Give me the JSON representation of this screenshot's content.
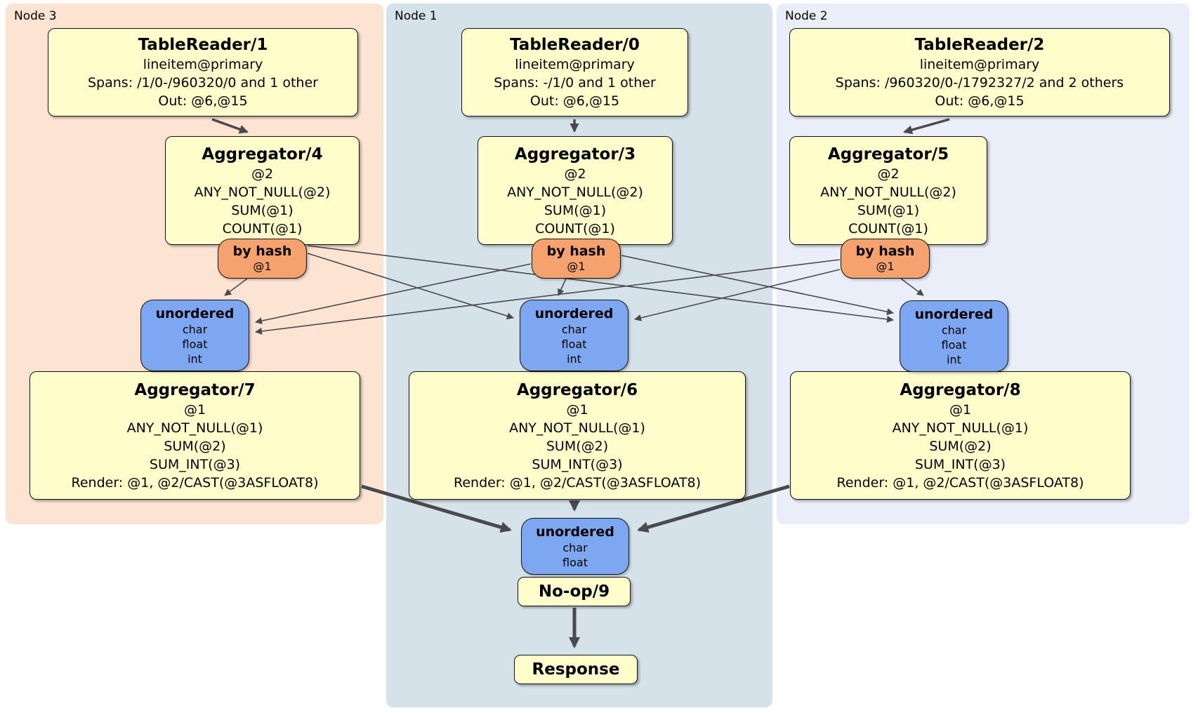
{
  "colors": {
    "node3_bg": "#fce3d2",
    "node1_bg": "#d6e2ea",
    "node2_bg": "#e9eef9",
    "processor_fill": "#ffffcc",
    "router_fill": "#f5a26c",
    "sync_fill": "#7da7f0",
    "edge": "#4a4a4a"
  },
  "nodes": [
    {
      "label": "Node 3",
      "table_reader": {
        "title": "TableReader/1",
        "table": "lineitem@primary",
        "spans": "Spans: /1/0-/960320/0 and 1 other",
        "out": "Out: @6,@15"
      },
      "first_aggregator": {
        "title": "Aggregator/4",
        "group": "@2",
        "fns": [
          "ANY_NOT_NULL(@2)",
          "SUM(@1)",
          "COUNT(@1)"
        ]
      },
      "router": {
        "label": "by hash",
        "key": "@1"
      },
      "sync": {
        "label": "unordered",
        "cols": [
          "char",
          "float",
          "int"
        ]
      },
      "second_aggregator": {
        "title": "Aggregator/7",
        "group": "@1",
        "fns": [
          "ANY_NOT_NULL(@1)",
          "SUM(@2)",
          "SUM_INT(@3)",
          "Render: @1, @2/CAST(@3ASFLOAT8)"
        ]
      }
    },
    {
      "label": "Node 1",
      "table_reader": {
        "title": "TableReader/0",
        "table": "lineitem@primary",
        "spans": "Spans: -/1/0 and 1 other",
        "out": "Out: @6,@15"
      },
      "first_aggregator": {
        "title": "Aggregator/3",
        "group": "@2",
        "fns": [
          "ANY_NOT_NULL(@2)",
          "SUM(@1)",
          "COUNT(@1)"
        ]
      },
      "router": {
        "label": "by hash",
        "key": "@1"
      },
      "sync": {
        "label": "unordered",
        "cols": [
          "char",
          "float",
          "int"
        ]
      },
      "second_aggregator": {
        "title": "Aggregator/6",
        "group": "@1",
        "fns": [
          "ANY_NOT_NULL(@1)",
          "SUM(@2)",
          "SUM_INT(@3)",
          "Render: @1, @2/CAST(@3ASFLOAT8)"
        ]
      }
    },
    {
      "label": "Node 2",
      "table_reader": {
        "title": "TableReader/2",
        "table": "lineitem@primary",
        "spans": "Spans: /960320/0-/1792327/2 and 2 others",
        "out": "Out: @6,@15"
      },
      "first_aggregator": {
        "title": "Aggregator/5",
        "group": "@2",
        "fns": [
          "ANY_NOT_NULL(@2)",
          "SUM(@1)",
          "COUNT(@1)"
        ]
      },
      "router": {
        "label": "by hash",
        "key": "@1"
      },
      "sync": {
        "label": "unordered",
        "cols": [
          "char",
          "float",
          "int"
        ]
      },
      "second_aggregator": {
        "title": "Aggregator/8",
        "group": "@1",
        "fns": [
          "ANY_NOT_NULL(@1)",
          "SUM(@2)",
          "SUM_INT(@3)",
          "Render: @1, @2/CAST(@3ASFLOAT8)"
        ]
      }
    }
  ],
  "output": {
    "sync": {
      "label": "unordered",
      "cols": [
        "char",
        "float"
      ]
    },
    "noop": {
      "label": "No-op/9"
    },
    "response": {
      "label": "Response"
    }
  }
}
